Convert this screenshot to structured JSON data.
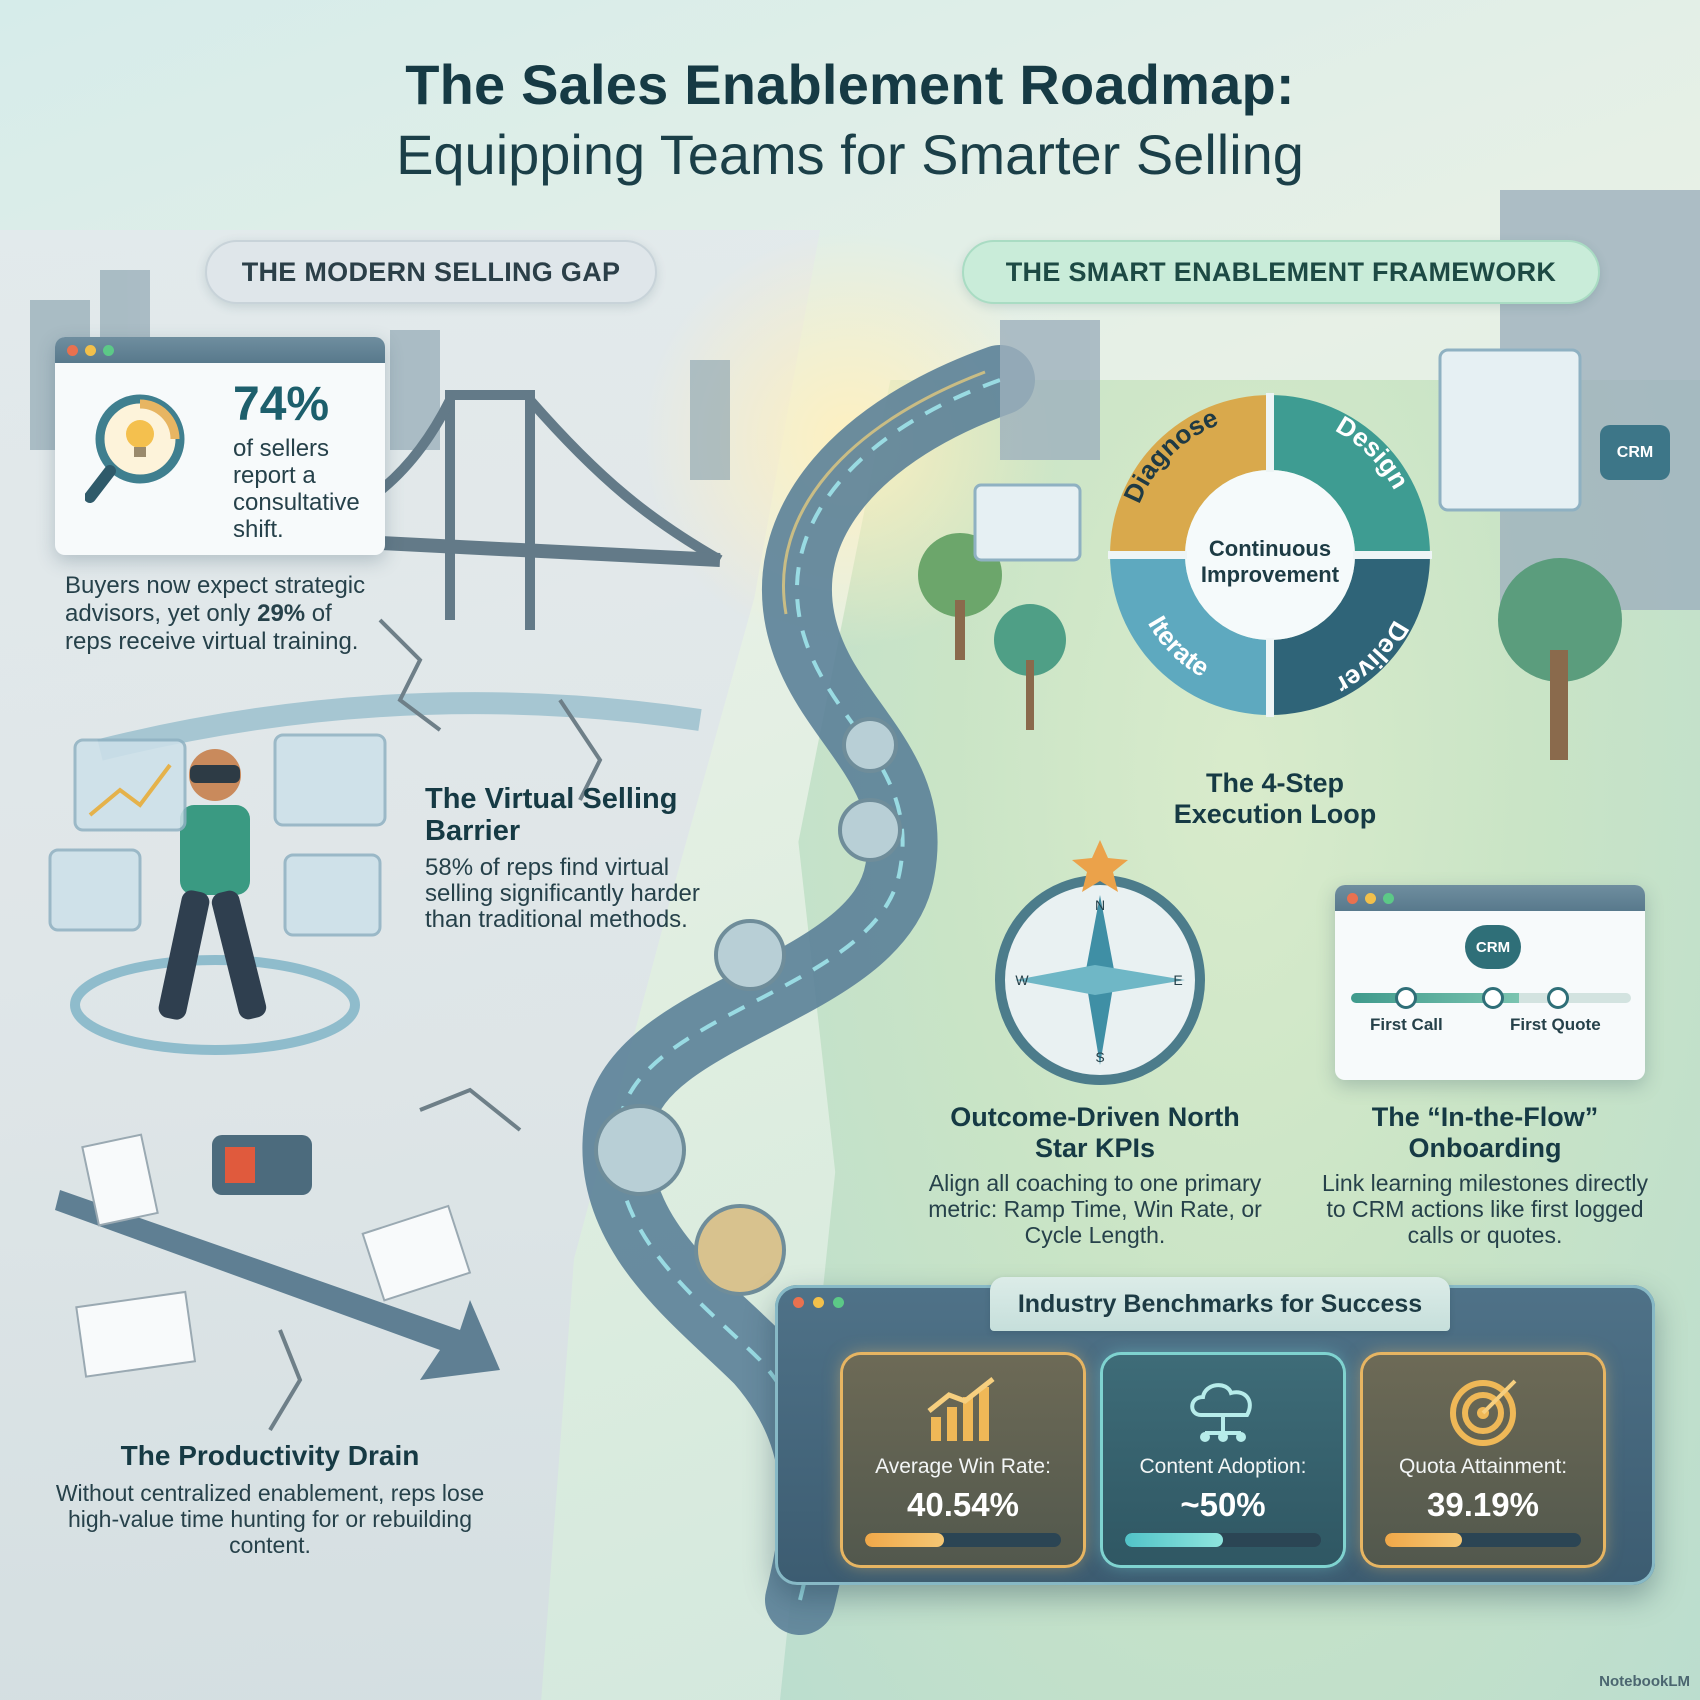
{
  "title": "The Sales Enablement Roadmap:",
  "subtitle": "Equipping Teams for Smarter Selling",
  "left_section": {
    "pill": "THE MODERN SELLING GAP",
    "stat_card": {
      "percent": "74%",
      "description": "of sellers report a consultative shift."
    },
    "buyers_text_1": "Buyers now expect strategic advisors, yet only ",
    "buyers_highlight": "29%",
    "buyers_text_2": " of reps receive virtual training.",
    "virtual_barrier": {
      "title": "The Virtual Selling Barrier",
      "body": "58% of reps find virtual selling significantly harder than traditional methods."
    },
    "productivity": {
      "title": "The Productivity Drain",
      "body": "Without centralized enablement, reps lose high-value time hunting for or rebuilding content."
    }
  },
  "right_section": {
    "pill": "THE SMART ENABLEMENT FRAMEWORK",
    "loop": {
      "center": "Continuous Improvement",
      "steps": [
        "Diagnose",
        "Design",
        "Deliver",
        "Iterate"
      ],
      "title": "The 4-Step Execution Loop"
    },
    "kpi": {
      "title": "Outcome-Driven North Star KPIs",
      "body": "Align all coaching to one primary metric: Ramp Time, Win Rate, or Cycle Length.",
      "compass": [
        "N",
        "E",
        "S",
        "W"
      ]
    },
    "onboarding": {
      "title": "The “In-the-Flow” Onboarding",
      "body": "Link learning milestones directly to CRM actions like first logged calls or quotes.",
      "crm_badge": "CRM",
      "milestone_1": "First Call",
      "milestone_2": "First Quote"
    },
    "crm_tag": "CRM"
  },
  "benchmarks": {
    "title": "Industry Benchmarks for Success",
    "items": [
      {
        "label": "Average Win Rate:",
        "value": "40.54%",
        "level": 0.4054,
        "icon": "growth-chart-icon"
      },
      {
        "label": "Content Adoption:",
        "value": "~50%",
        "level": 0.5,
        "icon": "cloud-network-icon"
      },
      {
        "label": "Quota Attainment:",
        "value": "39.19%",
        "level": 0.3919,
        "icon": "target-icon"
      }
    ]
  },
  "brand": "NotebookLM",
  "colors": {
    "accent_teal": "#2f6f78",
    "accent_gold": "#e7b562",
    "title_text": "#163a44"
  }
}
